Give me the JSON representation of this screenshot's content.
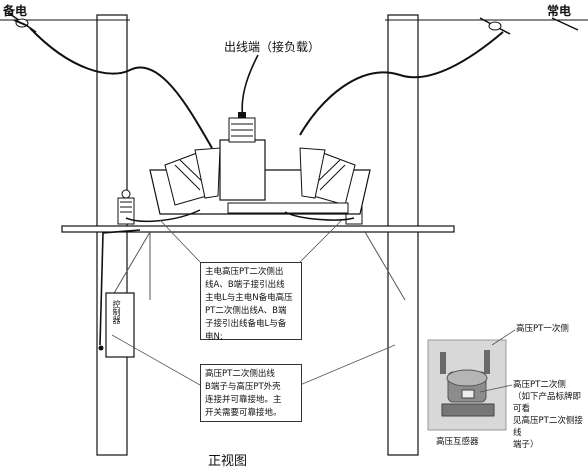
{
  "labels": {
    "backup_power": "备电",
    "main_power": "常电",
    "outlet": "出线端（接负载）",
    "controller": "控制器",
    "front_view": "正视图",
    "pt_primary": "高压PT一次侧",
    "pt_secondary": "高压PT二次侧\n（如下产品标牌即可看\n见高压PT二次侧接线\n端子）",
    "transformer": "高压互感器"
  },
  "callouts": {
    "wiring": "主电高压PT二次侧出\n线A、B端子接引出线\n主电L与主电N备电高压\nPT二次侧出线A、B端\n子接引出线备电L与备\n电N;",
    "grounding": "高压PT二次侧出线\nB端子与高压PT外壳\n连接并可靠接地。主\n开关需要可靠接地。"
  },
  "colors": {
    "line": "#111111",
    "pole": "#ffffff",
    "thin": "#555555"
  }
}
